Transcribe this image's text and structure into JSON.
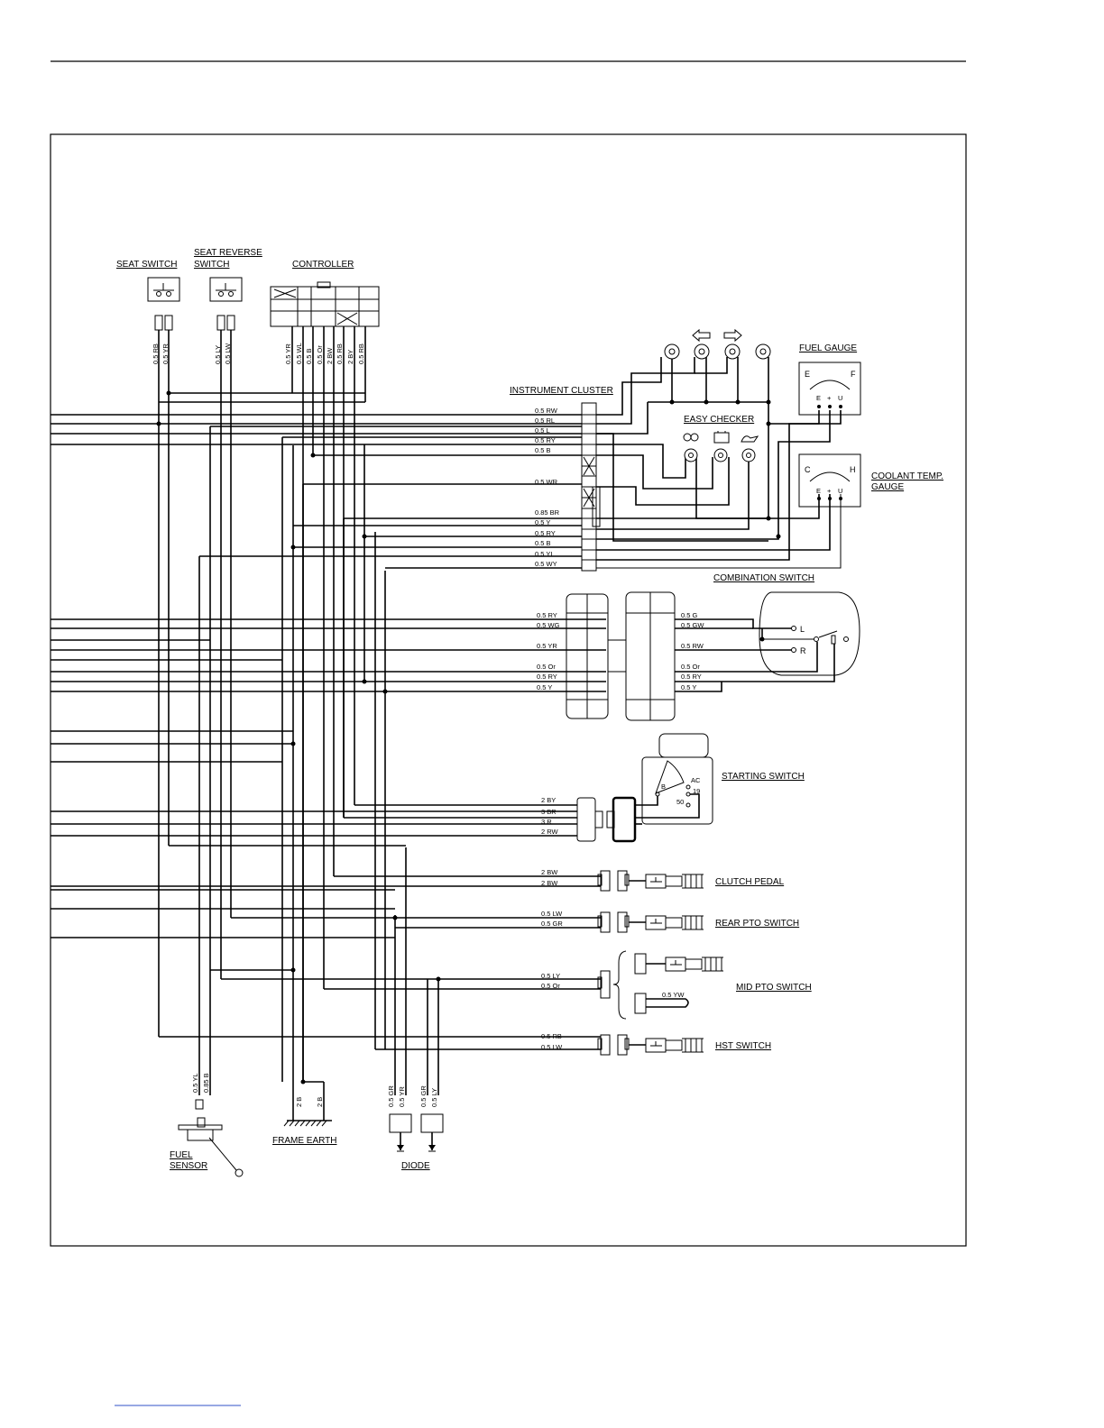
{
  "components": {
    "seat_switch": "SEAT SWITCH",
    "seat_reverse_switch_1": "SEAT REVERSE",
    "seat_reverse_switch_2": "SWITCH",
    "controller": "CONTROLLER",
    "instrument_cluster": "INSTRUMENT CLUSTER",
    "fuel_gauge": "FUEL GAUGE",
    "easy_checker": "EASY CHECKER",
    "coolant_temp_gauge_1": "COOLANT TEMP.",
    "coolant_temp_gauge_2": "GAUGE",
    "combination_switch": "COMBINATION SWITCH",
    "starting_switch": "STARTING SWITCH",
    "clutch_pedal": "CLUTCH PEDAL",
    "rear_pto_switch": "REAR PTO SWITCH",
    "mid_pto_switch": "MID PTO SWITCH",
    "hst_switch": "HST SWITCH",
    "fuel_sensor_1": "FUEL",
    "fuel_sensor_2": "SENSOR",
    "frame_earth": "FRAME EARTH",
    "diode": "DIODE"
  },
  "gauge_marks": {
    "fuel_e": "E",
    "fuel_f": "F",
    "coolant_c": "C",
    "coolant_h": "H",
    "terminal_e": "E",
    "terminal_plus": "+",
    "terminal_u": "U",
    "comb_l": "L",
    "comb_r": "R",
    "start_b": "B",
    "start_ac": "AC",
    "start_19": "19",
    "start_50": "50"
  },
  "wire_labels": {
    "seat_switch": [
      "0.5 RB",
      "0.5 YR"
    ],
    "seat_reverse": [
      "0.5 LY",
      "0.5 LW"
    ],
    "controller": [
      "0.5 YR",
      "0.5 WL",
      "0.5 B",
      "0.5 Or",
      "2 BW",
      "0.5 RB",
      "2 BY",
      "0.5 RB"
    ],
    "cluster_upper": [
      "0.5 RW",
      "0.5 RL",
      "0.5 L",
      "0.5 RY",
      "0.5 B"
    ],
    "cluster_mid": [
      "0.5 WR"
    ],
    "cluster_lower": [
      "0.85 BR",
      "0.5 Y",
      "0.5 RY",
      "0.5 B",
      "0.5 YL",
      "0.5 WY"
    ],
    "combination_left": [
      "0.5 RY",
      "0.5 WG",
      "0.5 YR",
      "0.5 Or",
      "0.5 RY",
      "0.5 Y"
    ],
    "combination_right": [
      "0.5 G",
      "0.5 GW",
      "0.5 RW",
      "0.5 Or",
      "0.5 RY",
      "0.5 Y"
    ],
    "starting_switch": [
      "2 BY",
      "3 BR",
      "3 R",
      "2 RW"
    ],
    "clutch_pedal": [
      "2 BW",
      "2 BW"
    ],
    "rear_pto": [
      "0.5 LW",
      "0.5 GR"
    ],
    "mid_pto": [
      "0.5 LY",
      "0.5 Or"
    ],
    "mid_pto_lower": "0.5 YW",
    "hst_switch": [
      "0.5 RB",
      "0.5 LW"
    ],
    "fuel_sensor": [
      "0.5 YL",
      "0.85 B"
    ],
    "frame_earth": [
      "2 B",
      "2 B"
    ],
    "diode": [
      "0.5 GR",
      "0.5 YR",
      "0.5 GR",
      "0.5 LY"
    ]
  }
}
